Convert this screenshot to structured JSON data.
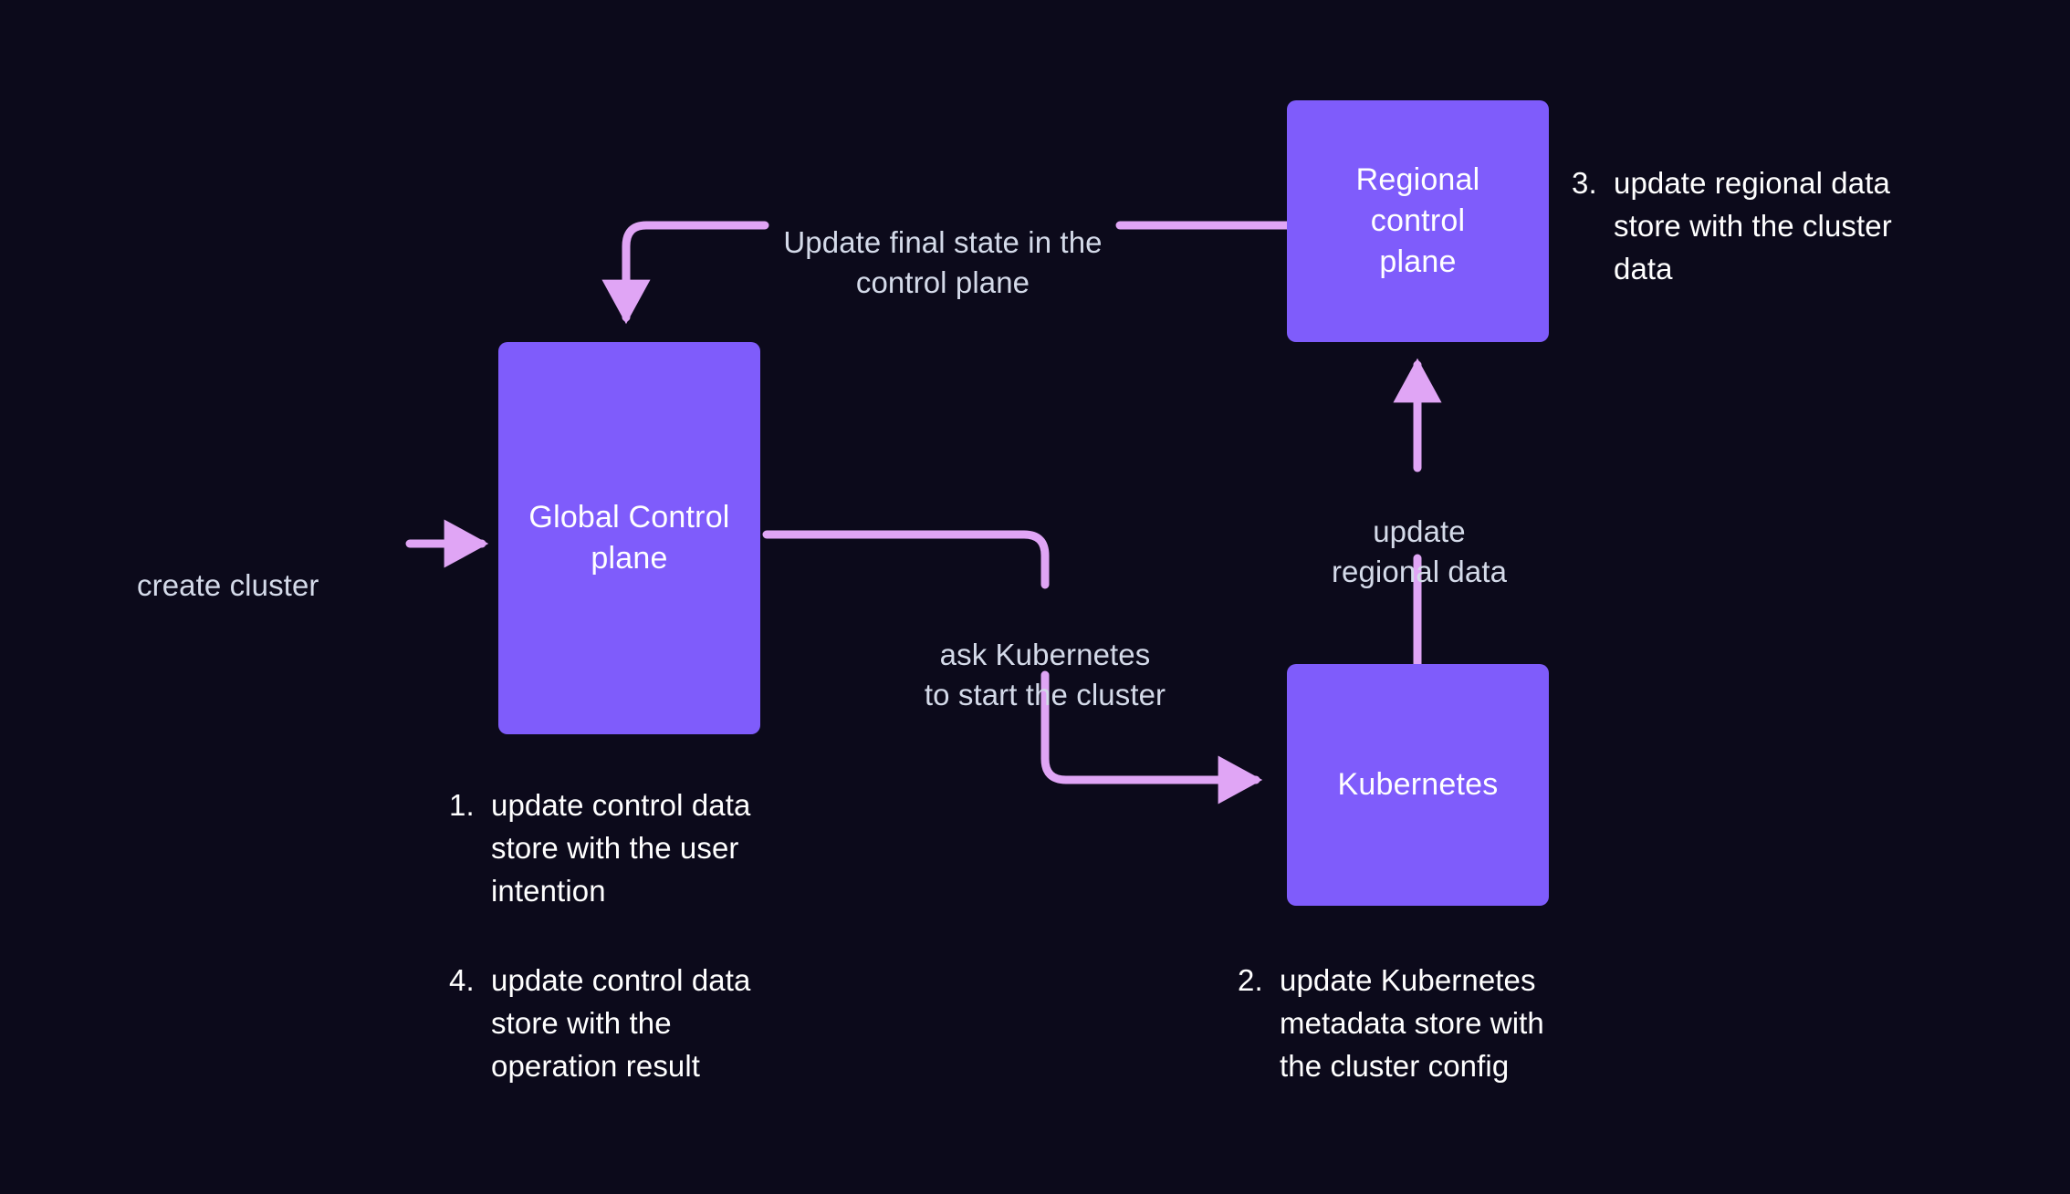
{
  "canvas": {
    "background": "#0c0a1b",
    "node_color": "#7f5cfb",
    "edge_color": "#e0a5f5",
    "node_text_color": "#ffffff",
    "edge_label_color": "#d4dae9",
    "note_text_color": "#ffffff"
  },
  "nodes": {
    "global_control_plane": {
      "label": "Global Control\nplane"
    },
    "regional_control_plane": {
      "label": "Regional\ncontrol\nplane"
    },
    "kubernetes": {
      "label": "Kubernetes"
    }
  },
  "edge_labels": {
    "create_cluster": "create cluster",
    "update_final_state": "Update final state in the\ncontrol plane",
    "ask_kubernetes": "ask Kubernetes\nto start the cluster",
    "update_regional_data": "update\nregional data"
  },
  "notes": [
    {
      "num": "1.",
      "text": "update control data\nstore with the user\nintention"
    },
    {
      "num": "4.",
      "text": "update control data\nstore with the\noperation result"
    },
    {
      "num": "2.",
      "text": "update Kubernetes\nmetadata store with\nthe cluster config"
    },
    {
      "num": "3.",
      "text": "update regional data\nstore with the cluster\ndata"
    }
  ]
}
